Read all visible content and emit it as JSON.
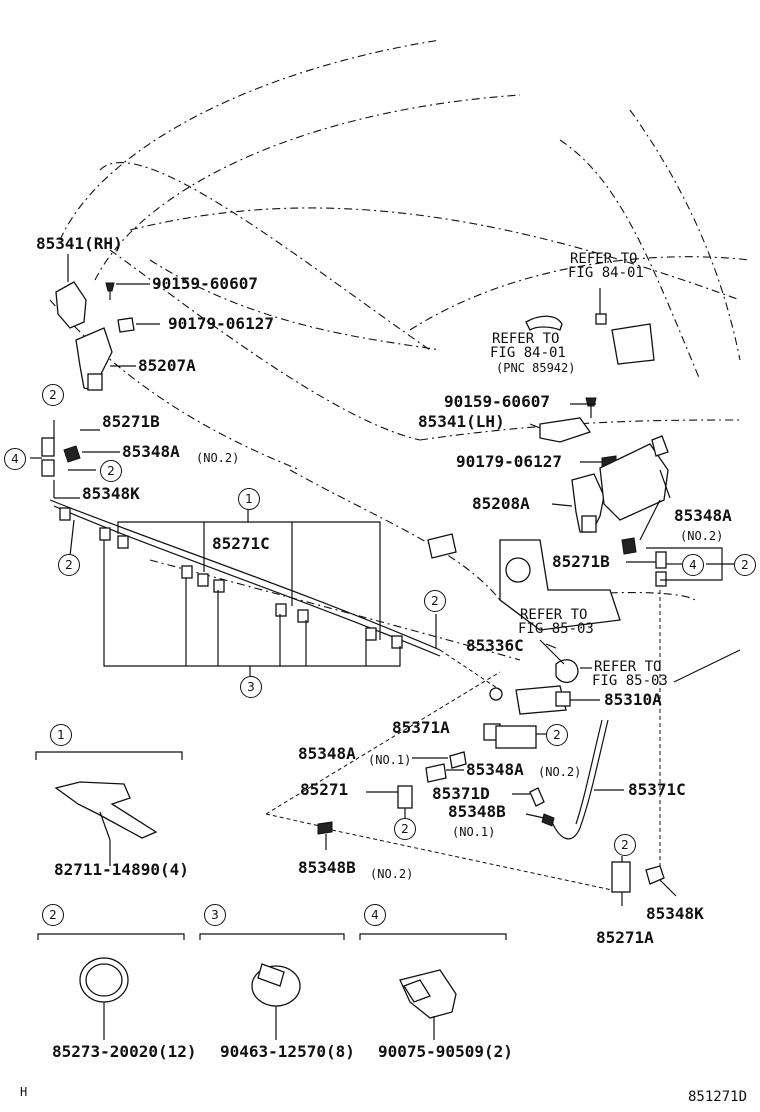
{
  "diagram": {
    "callouts": {
      "nozzle_rh": "85341(RH)",
      "bolt_rh": "90159-60607",
      "nut_rh": "90179-06127",
      "cylinder_rh": "85207A",
      "tube_b_left": "85271B",
      "valve_a_left": "85348A",
      "valve_a_left_no": "(NO.2)",
      "joint_k_left": "85348K",
      "hose_main": "85271C",
      "refer_top": "REFER TO",
      "refer_top_fig": "FIG 84-01",
      "refer_mid": "REFER TO",
      "refer_mid_fig": "FIG 84-01",
      "refer_mid_pnc": "(PNC 85942)",
      "bolt_lh": "90159-60607",
      "nozzle_lh": "85341(LH)",
      "nut_lh": "90179-06127",
      "cylinder_lh": "85208A",
      "valve_a_right": "85348A",
      "valve_a_right_no": "(NO.2)",
      "tube_b_right": "85271B",
      "refer_low": "REFER TO",
      "refer_low_fig": "FIG 85-03",
      "grommet": "85336C",
      "refer_low2": "REFER TO",
      "refer_low2_fig": "FIG 85-03",
      "pump": "85310A",
      "hose_a": "85371A",
      "valve_a_no1": "85348A",
      "valve_a_no1_tag": "(NO.1)",
      "valve_a_no2": "85348A",
      "valve_a_no2_tag": "(NO.2)",
      "tube_main": "85271",
      "hose_d": "85371D",
      "hose_c": "85371C",
      "valve_b_no1": "85348B",
      "valve_b_no1_tag": "(NO.1)",
      "valve_b_no2": "85348B",
      "valve_b_no2_tag": "(NO.2)",
      "joint_k_right": "85348K",
      "tube_a": "85271A"
    },
    "circle_refs": [
      "1",
      "2",
      "3",
      "4"
    ],
    "legend": [
      {
        "ref": "1",
        "part": "82711-14890(4)"
      },
      {
        "ref": "2",
        "part": "85273-20020(12)"
      },
      {
        "ref": "3",
        "part": "90463-12570(8)"
      },
      {
        "ref": "4",
        "part": "90075-90509(2)"
      }
    ],
    "footer": {
      "corner_mark": "H",
      "drawing_id": "851271D"
    }
  }
}
